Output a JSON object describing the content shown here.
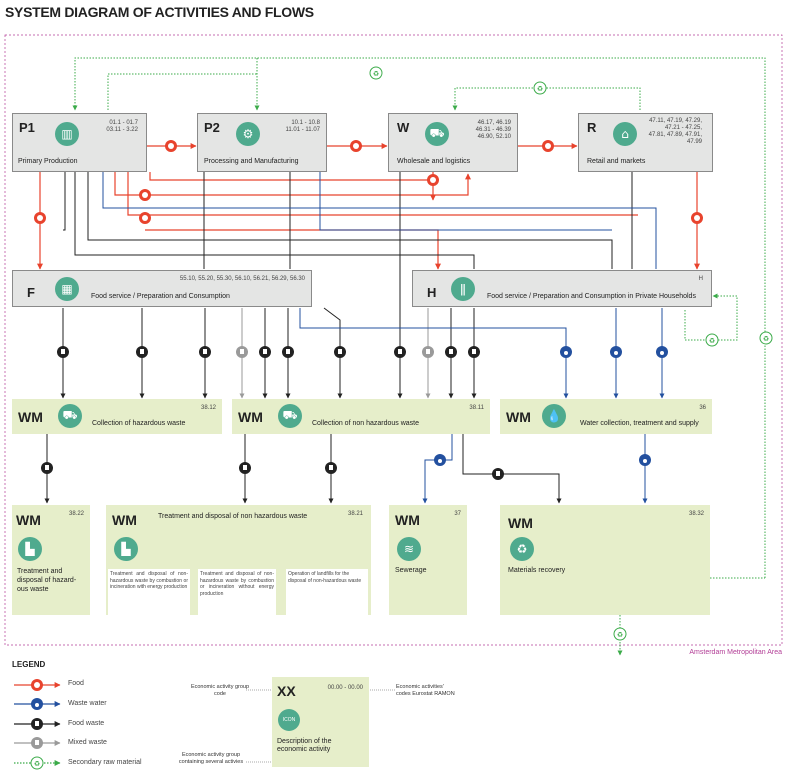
{
  "title": "SYSTEM DIAGRAM OF ACTIVITIES AND FLOWS",
  "colors": {
    "food": "#e8432d",
    "waste_water": "#23509f",
    "food_waste": "#222222",
    "mixed_waste": "#9a9a9a",
    "secondary": "#3bab49",
    "area": "#b23d96",
    "box_grey": "#e4e5e4",
    "box_green": "#e6eeca",
    "icon": "#4faa8e"
  },
  "nodes": {
    "p1": {
      "code": "P1",
      "label": "Primary Production",
      "nace": "01.1 - 01.7\n03.11 - 3.22",
      "icon": "factory-icon"
    },
    "p2": {
      "code": "P2",
      "label": "Processing and Manufacturing",
      "nace": "10.1 - 10.8\n11.01 - 11.07",
      "icon": "conveyor-icon"
    },
    "w": {
      "code": "W",
      "label": "Wholesale and logistics",
      "nace": "46.17, 46.19\n46.31 - 46.39\n46.90, 52.10",
      "icon": "truck-icon"
    },
    "r": {
      "code": "R",
      "label": "Retail and markets",
      "nace": "47.11, 47.19, 47.29,\n47.21 - 47.25,\n47.81, 47.89, 47.91,\n47.99",
      "icon": "shop-icon"
    },
    "f": {
      "code": "F",
      "label": "Food service / Preparation and Consumption",
      "nace": "55.10, 55.20, 55.30, 56.10, 56.21, 56.29, 56.30",
      "icon": "calendar-icon"
    },
    "h": {
      "code": "H",
      "label": "Food service / Preparation and Consumption in Private Households",
      "nace": "H",
      "icon": "cutlery-icon"
    },
    "wm1": {
      "code": "WM",
      "label": "Collection of hazardous waste",
      "nace": "38.12",
      "icon": "waste-truck-icon"
    },
    "wm2": {
      "code": "WM",
      "label": "Collection of non hazardous waste",
      "nace": "38.11",
      "icon": "waste-truck-icon"
    },
    "wm3": {
      "code": "WM",
      "label": "Water collection, treatment and supply",
      "nace": "36",
      "icon": "water-hand-icon"
    },
    "wm4": {
      "code": "WM",
      "label": "Treatment and disposal of hazard-ous waste",
      "nace": "38.22",
      "icon": "plant-icon"
    },
    "wm5": {
      "code": "WM",
      "label": "Treatment and disposal of non hazardous waste",
      "nace": "38.21",
      "subs": [
        "Treatment and disposal of non-hazardous waste by combustion or incineration with energy production",
        "Treatment and disposal of non-hazardous waste by combustion or incineration without energy production",
        "Operation of landfills for the disposal of non-hazardous waste"
      ],
      "icon": "plant-icon"
    },
    "wm6": {
      "code": "WM",
      "label": "Sewerage",
      "nace": "37",
      "icon": "sewer-icon"
    },
    "wm7": {
      "code": "WM",
      "label": "Materials recovery",
      "nace": "38.32",
      "icon": "recycle-icon"
    }
  },
  "area_label": "Amsterdam Metropolitan Area",
  "legend": {
    "title": "LEGEND",
    "items": [
      {
        "label": "Food",
        "color": "#e8432d",
        "icon": "tomato-icon"
      },
      {
        "label": "Waste water",
        "color": "#23509f",
        "icon": "drop-icon"
      },
      {
        "label": "Food waste",
        "color": "#222222",
        "icon": "bin-icon"
      },
      {
        "label": "Mixed waste",
        "color": "#9a9a9a",
        "icon": "bin-icon"
      },
      {
        "label": "Secondary raw material",
        "color": "#3bab49",
        "icon": "recycle-icon"
      }
    ],
    "example": {
      "code": "XX",
      "nace": "00.00 - 00.00",
      "icon_label": "ICON",
      "desc": "Description of the economic activity"
    },
    "notes": {
      "group_code": "Economic activity group code",
      "codes": "Economic activities' codes Eurostat RAMON",
      "group_several": "Economic activity group containing several activies"
    }
  }
}
